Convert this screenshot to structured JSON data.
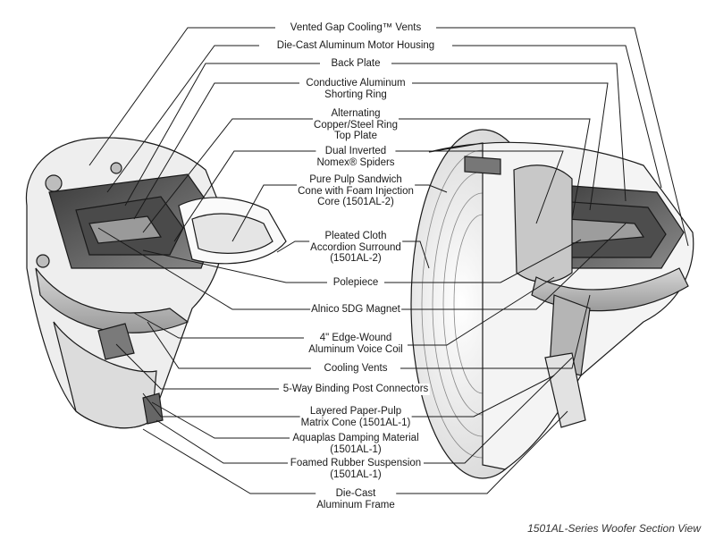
{
  "labels": [
    {
      "lines": [
        "Vented Gap Cooling™ Vents"
      ]
    },
    {
      "lines": [
        "Die-Cast Aluminum Motor Housing"
      ]
    },
    {
      "lines": [
        "Back Plate"
      ]
    },
    {
      "lines": [
        "Conductive Aluminum",
        "Shorting Ring"
      ]
    },
    {
      "lines": [
        "Alternating",
        "Copper/Steel Ring",
        "Top Plate"
      ]
    },
    {
      "lines": [
        "Dual Inverted",
        "Nomex® Spiders"
      ]
    },
    {
      "lines": [
        "Pure Pulp Sandwich",
        "Cone with Foam Injection",
        "Core (1501AL-2)"
      ]
    },
    {
      "lines": [
        "Pleated Cloth",
        "Accordion Surround",
        "(1501AL-2)"
      ]
    },
    {
      "lines": [
        "Polepiece"
      ]
    },
    {
      "lines": [
        "Alnico 5DG Magnet"
      ]
    },
    {
      "lines": [
        "4\" Edge-Wound",
        "Aluminum Voice Coil"
      ]
    },
    {
      "lines": [
        "Cooling Vents"
      ]
    },
    {
      "lines": [
        "5-Way Binding Post Connectors"
      ]
    },
    {
      "lines": [
        "Layered Paper-Pulp",
        "Matrix Cone (1501AL-1)"
      ]
    },
    {
      "lines": [
        "Aquaplas Damping Material",
        "(1501AL-1)"
      ]
    },
    {
      "lines": [
        "Foamed Rubber Suspension",
        "(1501AL-1)"
      ]
    },
    {
      "lines": [
        "Die-Cast",
        "Aluminum Frame"
      ]
    }
  ],
  "caption": "1501AL-Series Woofer Section View"
}
